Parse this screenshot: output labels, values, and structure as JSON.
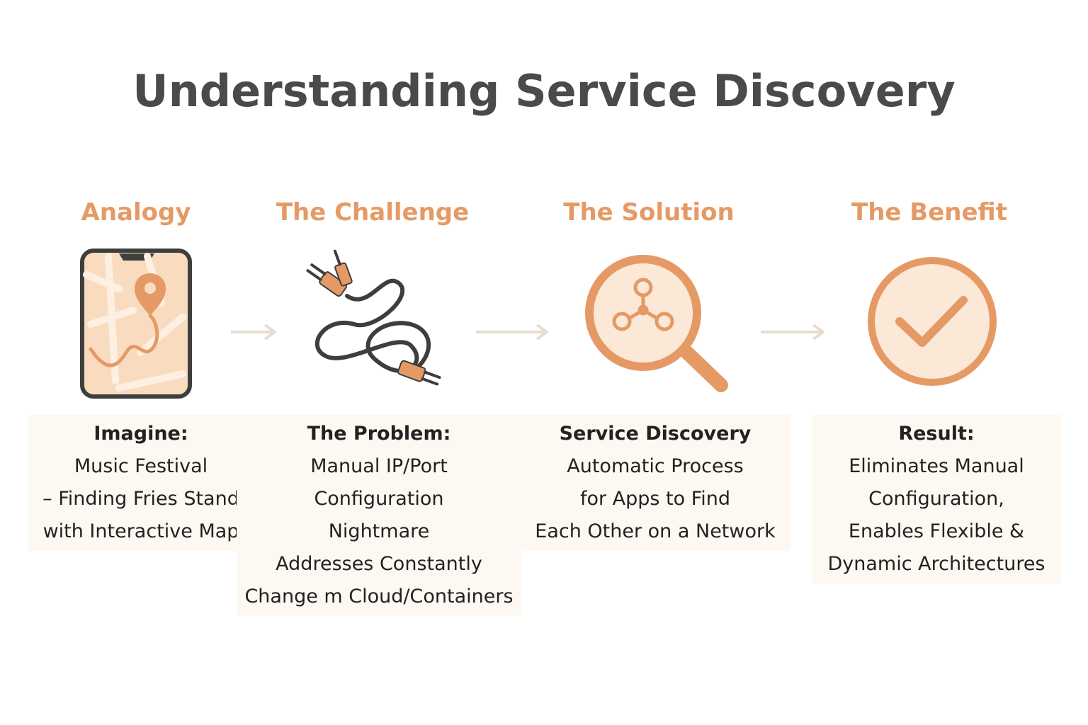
{
  "title": "Understanding Service Discovery",
  "colors": {
    "accent": "#e59a66",
    "accent_light": "#f9dcc0",
    "accent_fill": "#fbe8d6",
    "dark": "#3e3e3c",
    "arrow": "#e6ddd0",
    "caption_bg": "#fdf8f1"
  },
  "steps": [
    {
      "heading": "Analogy",
      "icon": "phone-map-icon",
      "lead": "Imagine:",
      "lines": [
        "Music Festival",
        "– Finding Fries Stand",
        "with Interactive Map"
      ]
    },
    {
      "heading": "The Challenge",
      "icon": "tangled-cables-icon",
      "lead": "The Problem:",
      "lines": [
        "Manual IP/Port",
        "Configuration",
        "Nightmare",
        "Addresses Constantly",
        "Change m Cloud/Containers"
      ]
    },
    {
      "heading": "The Solution",
      "icon": "magnifier-network-icon",
      "lead": "Service Discovery",
      "lines": [
        "Automatic Process",
        "for Apps to Find",
        "Each Other on a Network"
      ]
    },
    {
      "heading": "The Benefit",
      "icon": "checkmark-circle-icon",
      "lead": "Result:",
      "lines": [
        "Eliminates Manual",
        "Configuration,",
        "Enables Flexible &",
        "Dynamic Architectures"
      ]
    }
  ]
}
